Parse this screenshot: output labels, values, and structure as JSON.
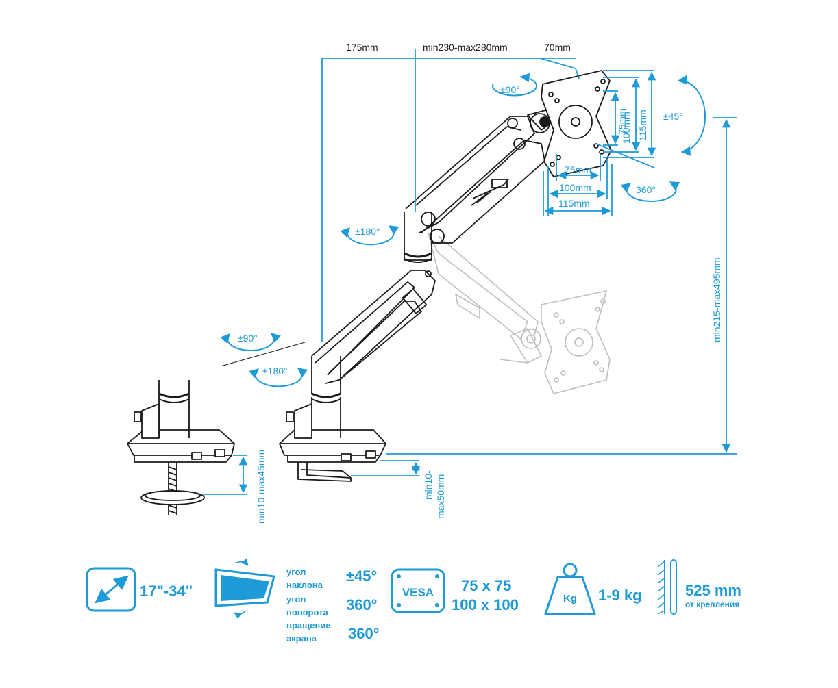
{
  "dimensions": {
    "arm_top": "175mm",
    "arm_reach": "min230-max280mm",
    "head_offset": "70mm",
    "vesa_v_small": "75mm",
    "vesa_v_mid": "100mm",
    "vesa_v_large": "115mm",
    "vesa_h_small": "75mm",
    "vesa_h_mid": "100mm",
    "vesa_h_large": "115mm",
    "height_range": "min215-max495mm",
    "clamp_range": "min10-max45mm",
    "grommet_range_1": "min10-",
    "grommet_range_2": "max50mm"
  },
  "rotations": {
    "head_swivel": "±90°",
    "head_tilt": "±45°",
    "head_rotate": "360°",
    "elbow": "±180°",
    "base_swivel": "±90°",
    "base_rotate": "±180°"
  },
  "specs": {
    "screen_size": "17\"-34\"",
    "tilt_label_1": "угол",
    "tilt_label_2": "наклона",
    "tilt_value": "±45°",
    "swivel_label_1": "угол",
    "swivel_label_2": "поворота",
    "swivel_value": "360°",
    "rotate_label_1": "вращение",
    "rotate_label_2": "экрана",
    "rotate_value": "360°",
    "vesa_badge": "VESA",
    "vesa_value_1": "75 x 75",
    "vesa_value_2": "100 x 100",
    "weight_badge": "Kg",
    "weight_value": "1-9 kg",
    "reach_value": "525 mm",
    "reach_label": "от крепления"
  },
  "colors": {
    "accent": "#1e9ad6",
    "line": "#1a1a1a"
  }
}
